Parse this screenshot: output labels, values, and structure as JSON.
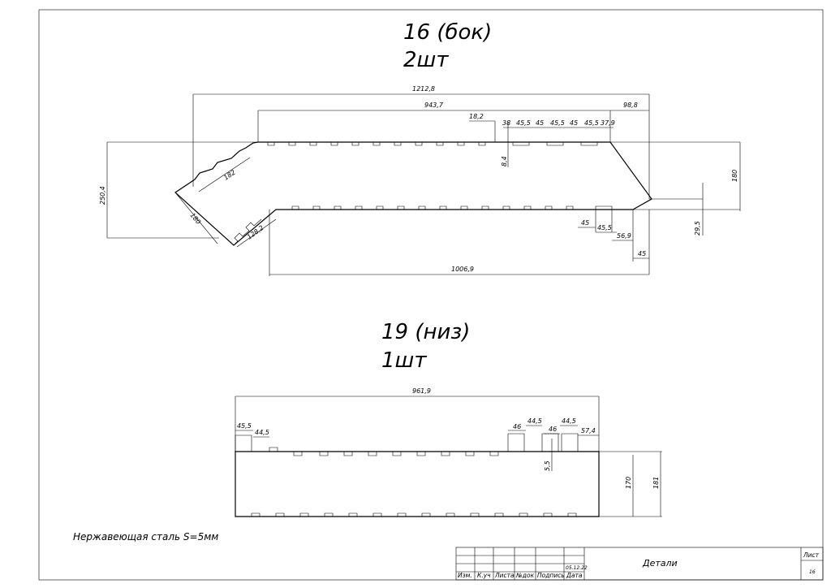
{
  "part1": {
    "title": "16 (бок)",
    "qty": "2шт",
    "dims": {
      "overall": "1212,8",
      "top": "943,7",
      "right_top": "98,8",
      "d18": "18,2",
      "d38": "38",
      "d455a": "45,5",
      "d45a": "45",
      "d455b": "45,5",
      "d45b": "45",
      "d455c": "45,5",
      "d379": "37,9",
      "d84": "8,4",
      "d182": "182",
      "d180l": "180",
      "d2504": "250,4",
      "d1282": "128,2",
      "d180r": "180",
      "d295": "29,5",
      "d45bot": "45",
      "d455bot": "45,5",
      "d569": "56,9",
      "d45r": "45",
      "bottom": "1006,9"
    }
  },
  "part2": {
    "title": "19 (низ)",
    "qty": "1шт",
    "dims": {
      "overall": "961,9",
      "d455": "45,5",
      "d445": "44,5",
      "d46a": "46",
      "d445b": "44,5",
      "d46b": "46",
      "d445c": "44,5",
      "d574": "57,4",
      "d55": "5,5",
      "d170": "170",
      "d181": "181"
    }
  },
  "material_note": "Нержавеющая сталь S=5мм",
  "title_block": {
    "name": "Детали",
    "date": "05.12.22",
    "sheet_label": "Лист",
    "sheet_no": "16",
    "cols": [
      "Изм.",
      "К.уч",
      "Листа",
      "№док",
      "Подпись",
      "Дата"
    ]
  }
}
